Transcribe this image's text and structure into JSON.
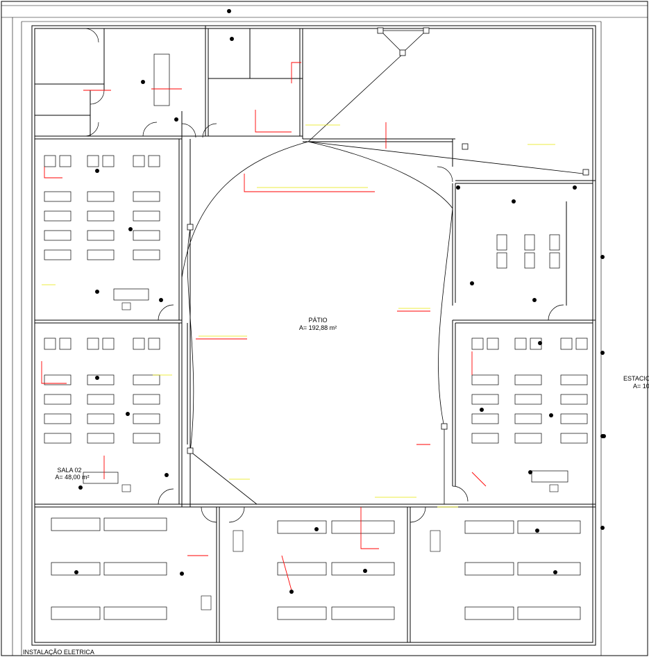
{
  "drawing": {
    "patio": {
      "name": "PÁTIO",
      "area": "A= 192,88 m²"
    },
    "sala02": {
      "name": "SALA 02",
      "area": "A= 48,00 m²"
    },
    "estacionamento": {
      "name": "ESTACIO",
      "area": "A= 10"
    },
    "title": "INSTALAÇÃO ELETRICA"
  },
  "colors": {
    "walls": "#000000",
    "circuits": "#ff0000",
    "annotations": "#ffff00",
    "symbols": "#000000"
  }
}
